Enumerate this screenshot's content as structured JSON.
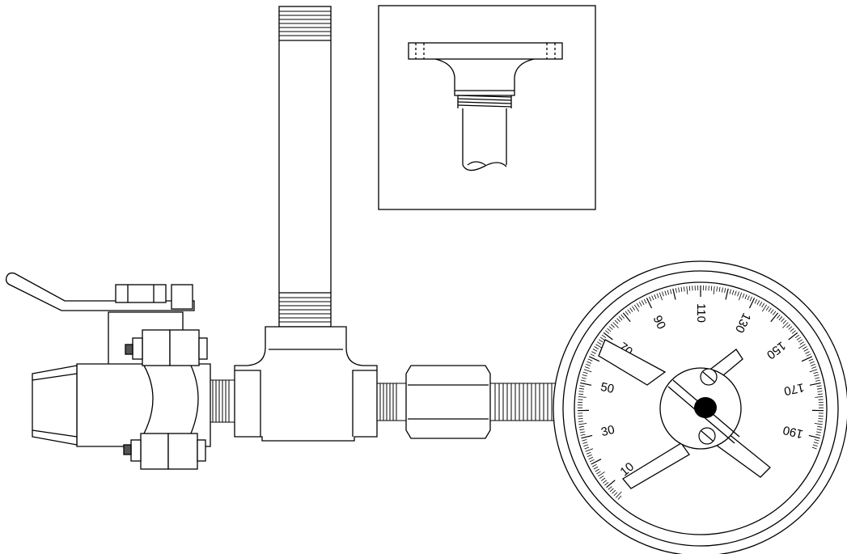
{
  "gauge": {
    "scale_labels": [
      {
        "text": "10",
        "value": 10
      },
      {
        "text": "30",
        "value": 30
      },
      {
        "text": "50",
        "value": 50
      },
      {
        "text": "70",
        "value": 70
      },
      {
        "text": "90",
        "value": 90
      },
      {
        "text": "110",
        "value": 110
      },
      {
        "text": "130",
        "value": 130
      },
      {
        "text": "150",
        "value": 150
      },
      {
        "text": "170",
        "value": 170
      },
      {
        "text": "190",
        "value": 190
      }
    ]
  }
}
